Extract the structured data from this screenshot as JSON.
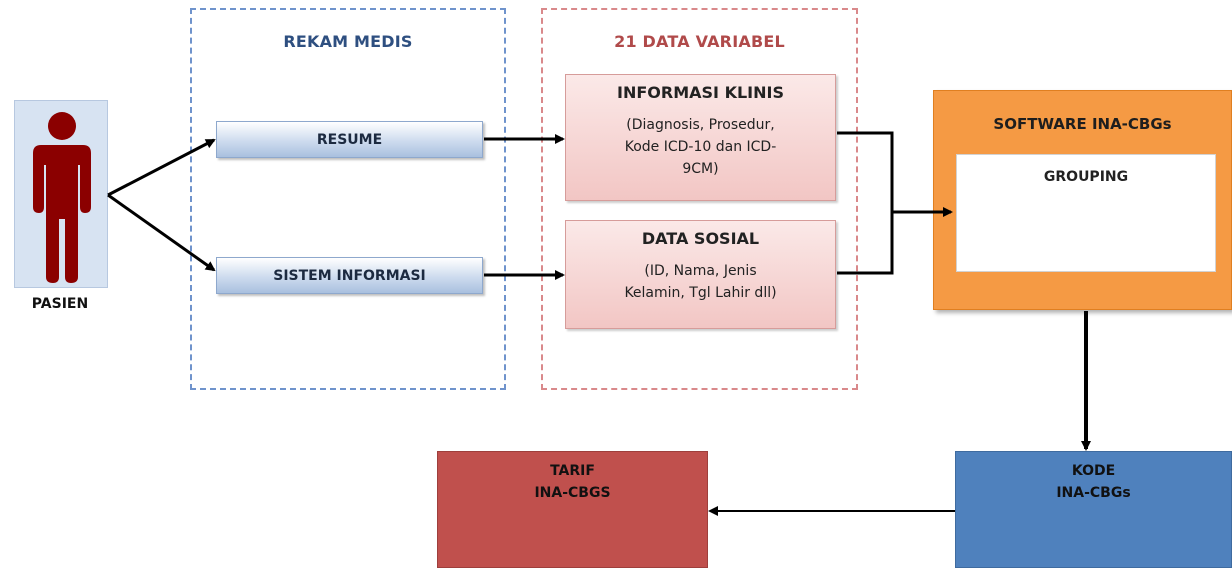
{
  "patient": {
    "label": "PASIEN"
  },
  "rekam_medis": {
    "title": "REKAM MEDIS",
    "resume_label": "RESUME",
    "sistem_informasi_label": "SISTEM INFORMASI"
  },
  "data_variabel": {
    "title": "21 DATA VARIABEL",
    "informasi_klinis": {
      "title": "INFORMASI KLINIS",
      "desc_lines": [
        "(Diagnosis, Prosedur,",
        "Kode ICD-10 dan ICD-",
        "9CM)"
      ]
    },
    "data_sosial": {
      "title": "DATA SOSIAL",
      "desc_lines": [
        "(ID, Nama, Jenis",
        "Kelamin, Tgl Lahir dll)"
      ]
    }
  },
  "software": {
    "title": "SOFTWARE INA-CBGs",
    "grouping_label": "GROUPING"
  },
  "kode": {
    "line1": "KODE",
    "line2": "INA-CBGs"
  },
  "tarif": {
    "line1": "TARIF",
    "line2": "INA-CBGS"
  },
  "colors": {
    "patient_figure": "#8b0000",
    "orange": "#f59a44",
    "blue": "#4f81bd",
    "red": "#c0504d",
    "pink": "#f2c6c4",
    "dashed_blue": "#6f93cc",
    "dashed_red": "#d9898b"
  }
}
